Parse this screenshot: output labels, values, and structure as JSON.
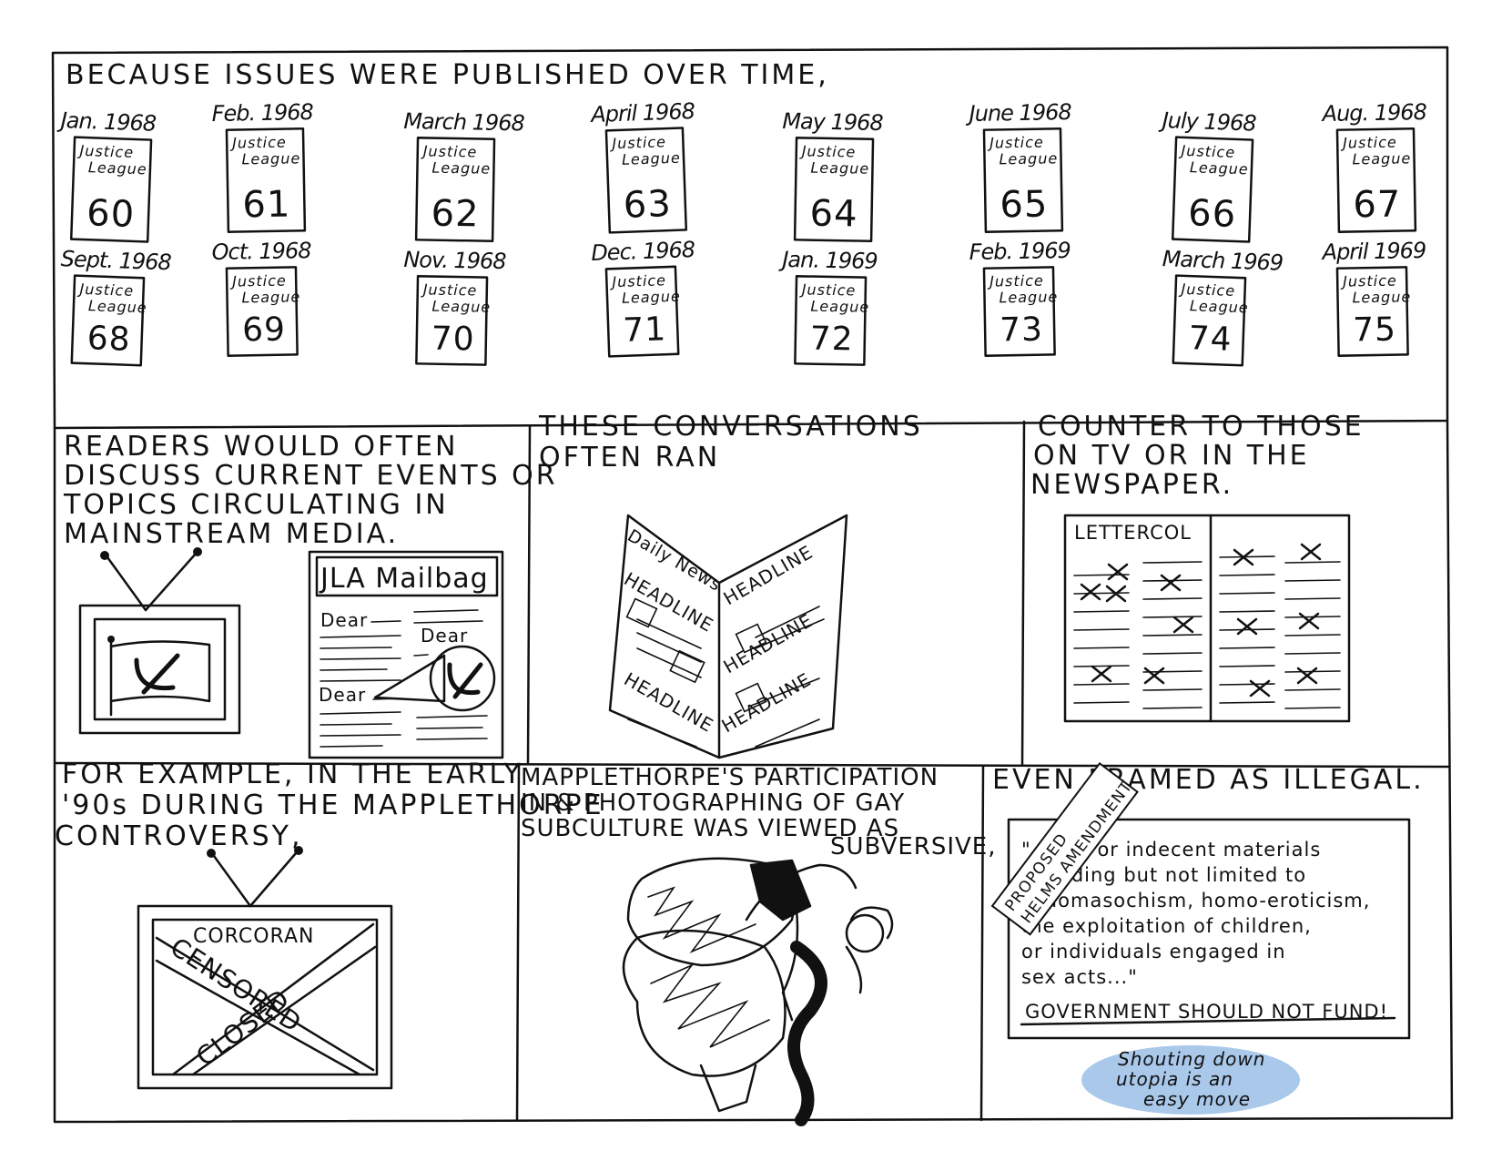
{
  "panel1": {
    "caption": "BECAUSE ISSUES WERE PUBLISHED OVER TIME,",
    "issues": [
      {
        "date": "Jan. 1968",
        "title1": "Justice",
        "title2": "League",
        "number": "60"
      },
      {
        "date": "Feb. 1968",
        "title1": "Justice",
        "title2": "League",
        "number": "61"
      },
      {
        "date": "March 1968",
        "title1": "Justice",
        "title2": "League",
        "number": "62"
      },
      {
        "date": "April 1968",
        "title1": "Justice",
        "title2": "League",
        "number": "63"
      },
      {
        "date": "May 1968",
        "title1": "Justice",
        "title2": "League",
        "number": "64"
      },
      {
        "date": "June 1968",
        "title1": "Justice",
        "title2": "League",
        "number": "65"
      },
      {
        "date": "July 1968",
        "title1": "Justice",
        "title2": "League",
        "number": "66"
      },
      {
        "date": "Aug. 1968",
        "title1": "Justice",
        "title2": "League",
        "number": "67"
      },
      {
        "date": "Sept. 1968",
        "title1": "Justice",
        "title2": "League",
        "number": "68"
      },
      {
        "date": "Oct. 1968",
        "title1": "Justice",
        "title2": "League",
        "number": "69"
      },
      {
        "date": "Nov. 1968",
        "title1": "Justice",
        "title2": "League",
        "number": "70"
      },
      {
        "date": "Dec. 1968",
        "title1": "Justice",
        "title2": "League",
        "number": "71"
      },
      {
        "date": "Jan. 1969",
        "title1": "Justice",
        "title2": "League",
        "number": "72"
      },
      {
        "date": "Feb. 1969",
        "title1": "Justice",
        "title2": "League",
        "number": "73"
      },
      {
        "date": "March 1969",
        "title1": "Justice",
        "title2": "League",
        "number": "74"
      },
      {
        "date": "April 1969",
        "title1": "Justice",
        "title2": "League",
        "number": "75"
      }
    ]
  },
  "panel2": {
    "caption_lines": [
      "READERS WOULD OFTEN",
      "DISCUSS CURRENT EVENTS OR",
      "TOPICS CIRCULATING IN",
      "MAINSTREAM MEDIA."
    ],
    "mailbag_title": "JLA Mailbag",
    "dear1": "Dear",
    "dear2": "Dear",
    "dear3": "Dear"
  },
  "panel3": {
    "caption_lines": [
      "THESE CONVERSATIONS",
      "OFTEN RAN"
    ],
    "paper_name": "Daily News",
    "headlines": [
      "HEADLINE",
      "HEADLINE",
      "HEADLINE",
      "HEADLINE",
      "HEADLINE"
    ]
  },
  "panel4": {
    "caption_lines": [
      "COUNTER TO THOSE",
      "ON TV OR IN THE",
      "NEWSPAPER."
    ],
    "lettercol": "LETTERCOL"
  },
  "panel5": {
    "caption_lines": [
      "FOR EXAMPLE, IN THE EARLY",
      "'90s DURING THE MAPPLETHORPE",
      "CONTROVERSY,"
    ],
    "tv_top": "CORCORAN",
    "censored": "CENSORED",
    "closed": "CLOSED"
  },
  "panel6": {
    "caption_lines": [
      "MAPPLETHORPE'S PARTICIPATION",
      "IN & PHOTOGRAPHING OF GAY",
      "SUBCULTURE WAS VIEWED AS"
    ],
    "caption_last": "SUBVERSIVE,"
  },
  "panel7": {
    "caption": "EVEN FRAMED AS ILLEGAL.",
    "stamp_line1": "PROPOSED",
    "stamp_line2": "HELMS AMENDMENT",
    "quote_lines": [
      "\"...one or indecent materials",
      "including but not limited to",
      "sadomasochism, homo-eroticism,",
      "the exploitation of children,",
      "or individuals engaged in",
      "sex acts...\""
    ],
    "conclusion": "GOVERNMENT SHOULD NOT FUND!",
    "signature_lines": [
      "Shouting down",
      "utopia is an",
      "easy move"
    ],
    "signature_color": "#a9c8ea"
  }
}
